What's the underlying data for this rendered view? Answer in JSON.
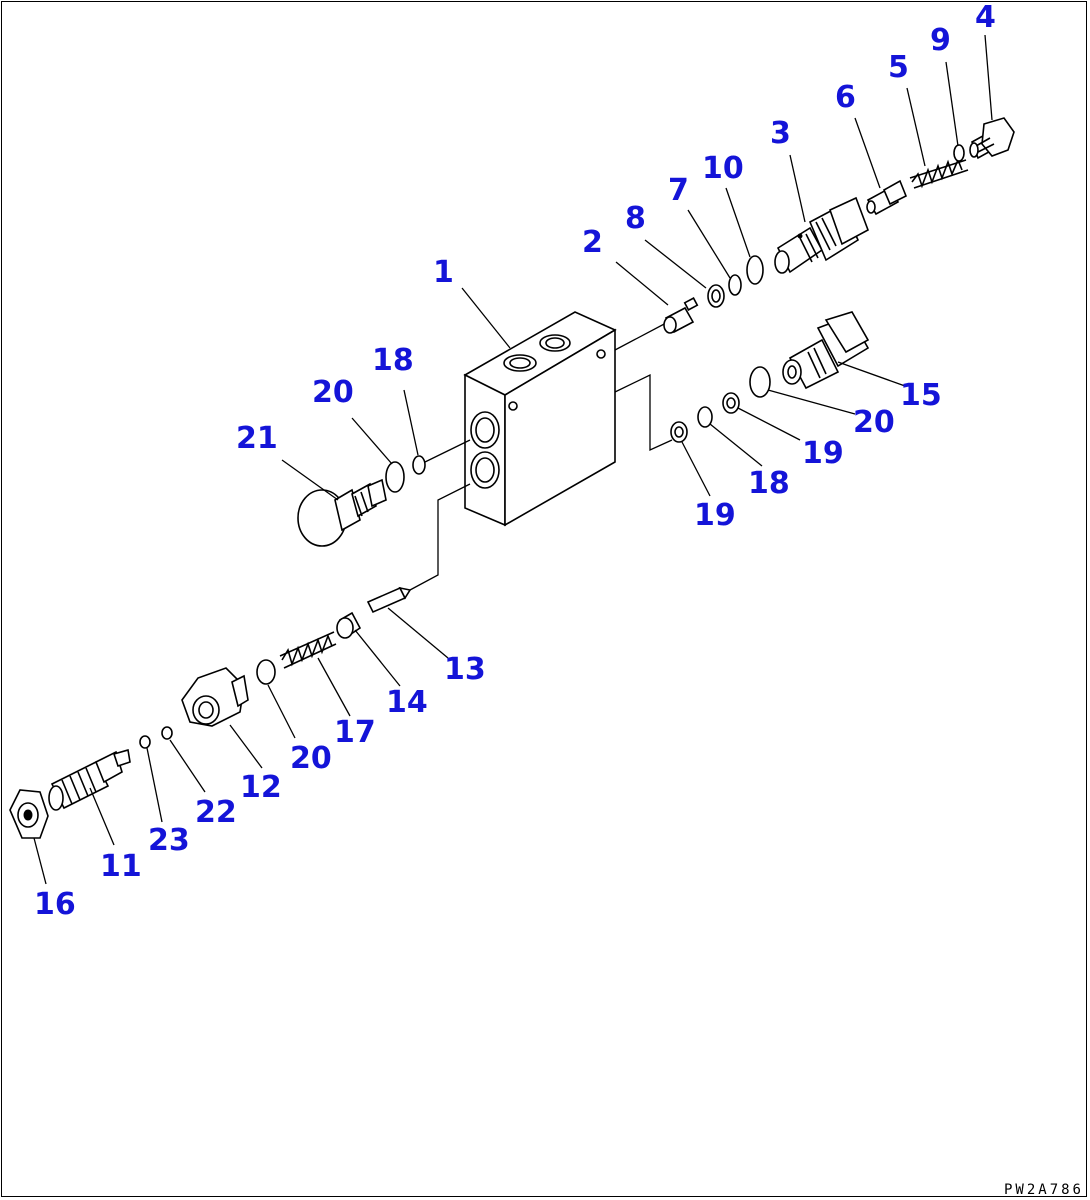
{
  "drawing_id": "PW2A786",
  "callouts": [
    "1",
    "2",
    "3",
    "4",
    "5",
    "6",
    "7",
    "8",
    "9",
    "10",
    "11",
    "12",
    "13",
    "14",
    "15",
    "16",
    "17",
    "18",
    "18",
    "19",
    "19",
    "20",
    "20",
    "20",
    "21",
    "22",
    "23"
  ],
  "colors": {
    "callout": "#1414d8",
    "line": "#000000",
    "background": "#ffffff"
  }
}
